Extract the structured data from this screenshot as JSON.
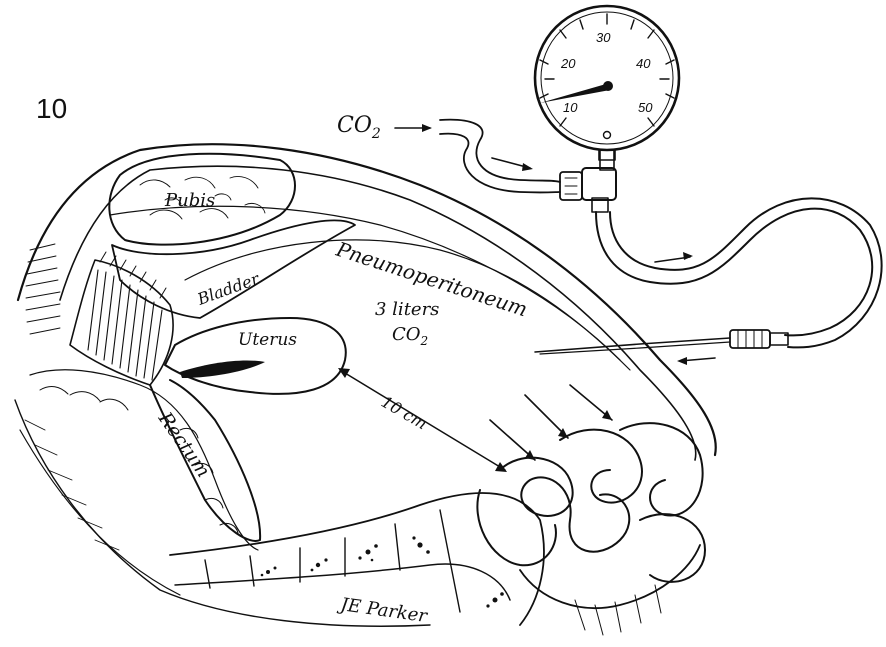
{
  "figure": {
    "number": "10"
  },
  "labels": {
    "pubis": "Pubis",
    "bladder": "Bladder",
    "uterus": "Uterus",
    "rectum": "Rectum",
    "pneumoperitoneum": "Pneumoperitoneum",
    "volume_line1": "3 liters",
    "volume_line2": "CO",
    "volume_line2_sub": "2",
    "distance": "10 cm",
    "co2_main": "CO",
    "co2_sub": "2",
    "signature": "JE Parker"
  },
  "gauge": {
    "ticks": [
      "10",
      "20",
      "30",
      "40",
      "50"
    ],
    "zero": "0",
    "needle_value": 9
  },
  "colors": {
    "ink": "#111111",
    "paper": "#ffffff"
  }
}
